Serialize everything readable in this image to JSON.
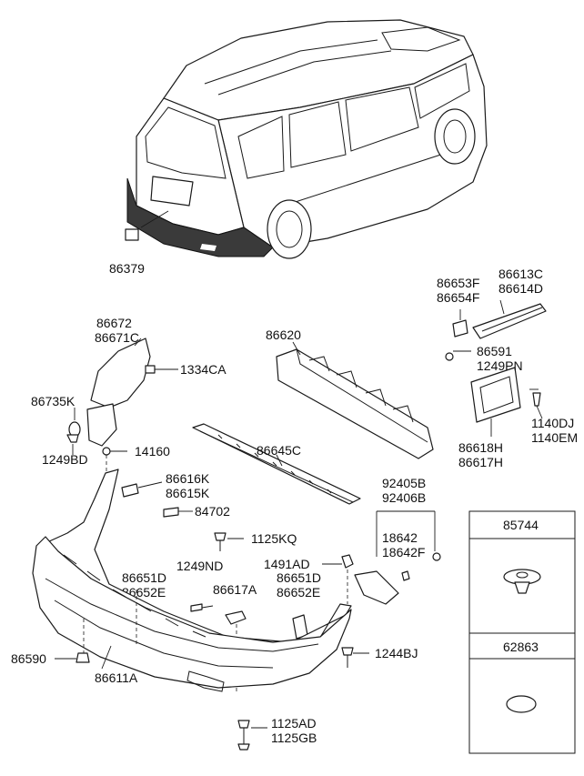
{
  "diagram": {
    "labels": {
      "p86379": "86379",
      "p86672": "86672",
      "p86671C": "86671C",
      "p1334CA": "1334CA",
      "p86735K": "86735K",
      "p1249BD": "1249BD",
      "p14160": "14160",
      "p86620": "86620",
      "p86653F": "86653F",
      "p86654F": "86654F",
      "p86613C": "86613C",
      "p86614D": "86614D",
      "p86591": "86591",
      "p1249PN": "1249PN",
      "p1140DJ": "1140DJ",
      "p1140EM": "1140EM",
      "p86618H": "86618H",
      "p86617H": "86617H",
      "p86616K": "86616K",
      "p86615K": "86615K",
      "p84702": "84702",
      "p86645C": "86645C",
      "p92405B": "92405B",
      "p92406B": "92406B",
      "p18642": "18642",
      "p18642F": "18642F",
      "p1125KQ": "1125KQ",
      "p1249ND": "1249ND",
      "p1491AD": "1491AD",
      "p86651D_a": "86651D",
      "p86652E_a": "86652E",
      "p86617A": "86617A",
      "p86651D_b": "86651D",
      "p86652E_b": "86652E",
      "p86590": "86590",
      "p1244BJ": "1244BJ",
      "p86611A": "86611A",
      "p1125AD": "1125AD",
      "p1125GB": "1125GB"
    },
    "legend": {
      "item1": "85744",
      "item2": "62863"
    }
  }
}
